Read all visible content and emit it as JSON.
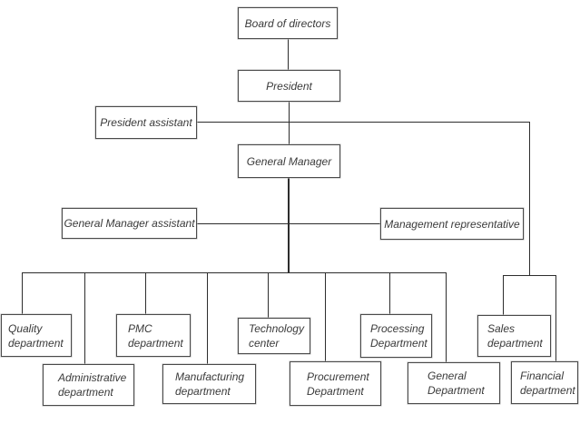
{
  "nodes": {
    "board": {
      "label": "Board of directors"
    },
    "president": {
      "label": "President"
    },
    "president_assistant": {
      "label": "President assistant"
    },
    "general_manager": {
      "label": "General Manager"
    },
    "gm_assistant": {
      "label": "General Manager assistant"
    },
    "management_rep": {
      "label": "Management representative"
    },
    "quality": {
      "line1": "Quality",
      "line2": "department"
    },
    "administrative": {
      "line1": "Administrative",
      "line2": "department"
    },
    "pmc": {
      "line1": "PMC",
      "line2": "department"
    },
    "manufacturing": {
      "line1": "Manufacturing",
      "line2": "department"
    },
    "technology": {
      "line1": "Technology",
      "line2": "center"
    },
    "procurement": {
      "line1": "Procurement",
      "line2": "Department"
    },
    "processing": {
      "line1": "Processing",
      "line2": "Department"
    },
    "general": {
      "line1": "General",
      "line2": "Department"
    },
    "sales": {
      "line1": "Sales",
      "line2": "department"
    },
    "financial": {
      "line1": "Financial",
      "line2": "department"
    }
  },
  "colors": {
    "background": "#ffffff",
    "box_border": "#4a4a4a",
    "connector": "#2d2d2d",
    "text": "#3a3a3a"
  }
}
